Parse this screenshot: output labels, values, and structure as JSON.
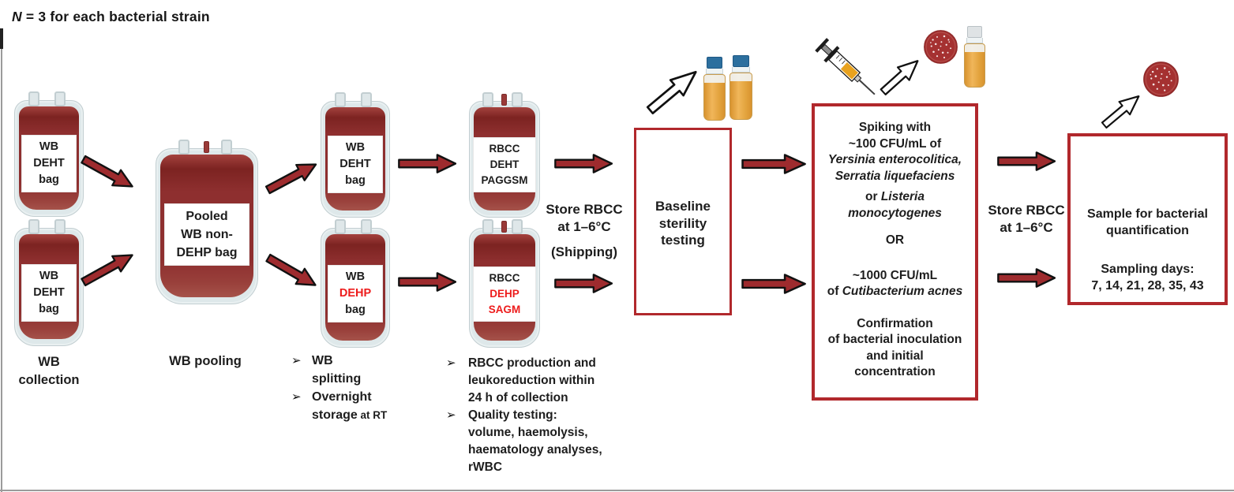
{
  "title": {
    "n": "N",
    "rest": " = 3 for each bacterial strain"
  },
  "bags": {
    "wb_top": {
      "line1": "WB",
      "line2": "DEHT",
      "line3": "bag"
    },
    "wb_bottom": {
      "line1": "WB",
      "line2": "DEHT",
      "line3": "bag"
    },
    "pooled": {
      "line1": "Pooled",
      "line2": "WB non-",
      "line3": "DEHP bag"
    },
    "split_deht": {
      "line1": "WB",
      "line2": "DEHT",
      "line3": "bag"
    },
    "split_dehp": {
      "line1": "WB",
      "line2": "DEHP",
      "line3": "bag"
    },
    "rbcc_deht": {
      "line1": "RBCC",
      "line2": "DEHT",
      "line3": "PAGGSM"
    },
    "rbcc_dehp": {
      "line1": "RBCC",
      "line2": "DEHP",
      "line3": "SAGM"
    }
  },
  "captions": {
    "wb_collection": "WB collection",
    "wb_pooling": "WB pooling"
  },
  "notes_splitting": {
    "marker": "➢",
    "item1": "WB splitting",
    "item2_main": "Overnight storage",
    "item2_small": " at RT"
  },
  "notes_production": {
    "marker": "➢",
    "item1": "RBCC production and leukoreduction within 24 h of collection",
    "item2": "Quality testing: volume, haemolysis, haematology analyses, rWBC"
  },
  "storage_shipping": {
    "line1": "Store RBCC",
    "line2": "at 1–6°C",
    "line3": "(Shipping)"
  },
  "storage_final": {
    "line1": "Store RBCC",
    "line2": "at 1–6°C"
  },
  "baseline_box": {
    "text": "Baseline sterility testing"
  },
  "spiking_box": {
    "line1": "Spiking with",
    "line2": "~100 CFU/mL of",
    "line3": "Yersinia enterocolitica,",
    "line4": "Serratia liquefaciens",
    "line5_prefix": "or ",
    "line5_italic": "Listeria",
    "line6": "monocytogenes",
    "or": "OR",
    "line7": "~1000 CFU/mL",
    "line8_prefix": "of ",
    "line8_italic": "Cutibacterium acnes",
    "line9": "Confirmation",
    "line10": "of bacterial inoculation",
    "line11": "and initial",
    "line12": "concentration"
  },
  "final_box": {
    "line1": "Sample for bacterial quantification",
    "line2": "Sampling days:",
    "line3": "7, 14, 21, 28, 35, 43"
  },
  "colors": {
    "arrow_red": "#9e2b2e",
    "box_border": "#b1282c",
    "dehp_red": "#ed1c1c",
    "blood_red": "#8e2f2f",
    "bottle_amber": "#e2a23c",
    "cap_blue": "#2c6f9e",
    "petri_red": "#a53131"
  }
}
